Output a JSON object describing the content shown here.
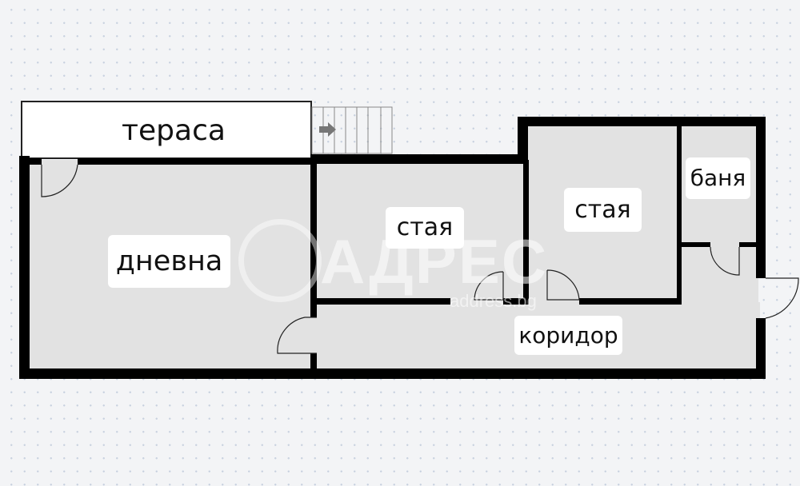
{
  "floorplan": {
    "rooms": [
      {
        "id": "terrace",
        "label": "тераса"
      },
      {
        "id": "living",
        "label": "дневна"
      },
      {
        "id": "room1",
        "label": "стая"
      },
      {
        "id": "room2",
        "label": "стая"
      },
      {
        "id": "bath",
        "label": "баня"
      },
      {
        "id": "corridor",
        "label": "коридор"
      }
    ],
    "colors": {
      "wall": "#000000",
      "floor": "#e2e2e2",
      "terrace": "#ffffff",
      "background": "#f3f4f6"
    }
  },
  "watermark": {
    "logo": "АДРЕС",
    "url": "address.bg"
  }
}
